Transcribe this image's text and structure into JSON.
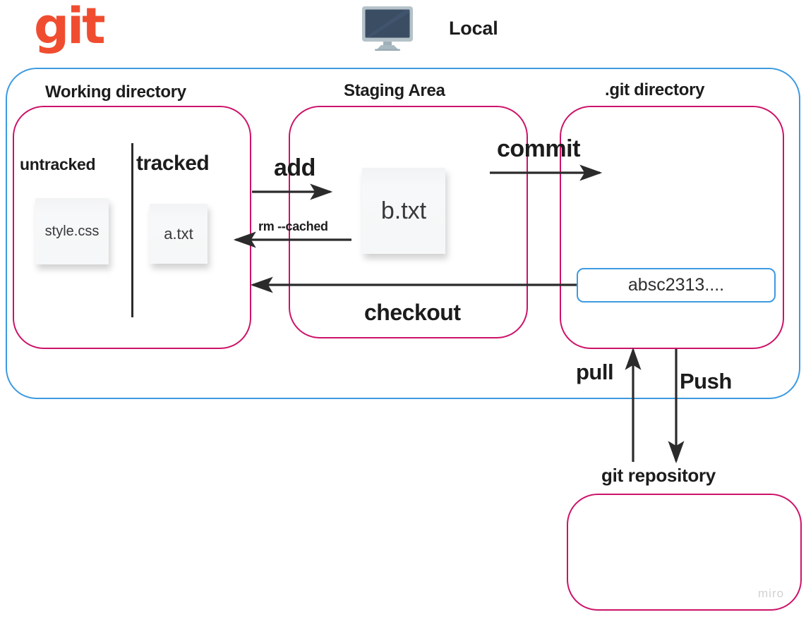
{
  "logo": {
    "text": "git",
    "color": "#f04d30"
  },
  "header": {
    "local_label": "Local",
    "monitor_icon": "monitor-icon"
  },
  "colors": {
    "outer_border_blue": "#3d9ae0",
    "box_border_pink": "#cc1369",
    "git_orange": "#f04d30",
    "arrow_black": "#2b2b2b",
    "sticky_note": "#f6f7f8",
    "watermark_gray": "#d2d2d4"
  },
  "sections": {
    "working_directory": {
      "title": "Working directory",
      "untracked_label": "untracked",
      "tracked_label": "tracked",
      "untracked_files": [
        "style.css"
      ],
      "tracked_files": [
        "a.txt"
      ]
    },
    "staging_area": {
      "title": "Staging Area",
      "files": [
        "b.txt"
      ]
    },
    "git_directory": {
      "title": ".git directory",
      "commit_hash": "absc2313...."
    },
    "git_repository": {
      "title": "git repository"
    }
  },
  "commands": {
    "add": "add",
    "rm_cached": "rm --cached",
    "commit": "commit",
    "checkout": "checkout",
    "pull": "pull",
    "push": "Push"
  },
  "watermark": {
    "text": "miro"
  }
}
